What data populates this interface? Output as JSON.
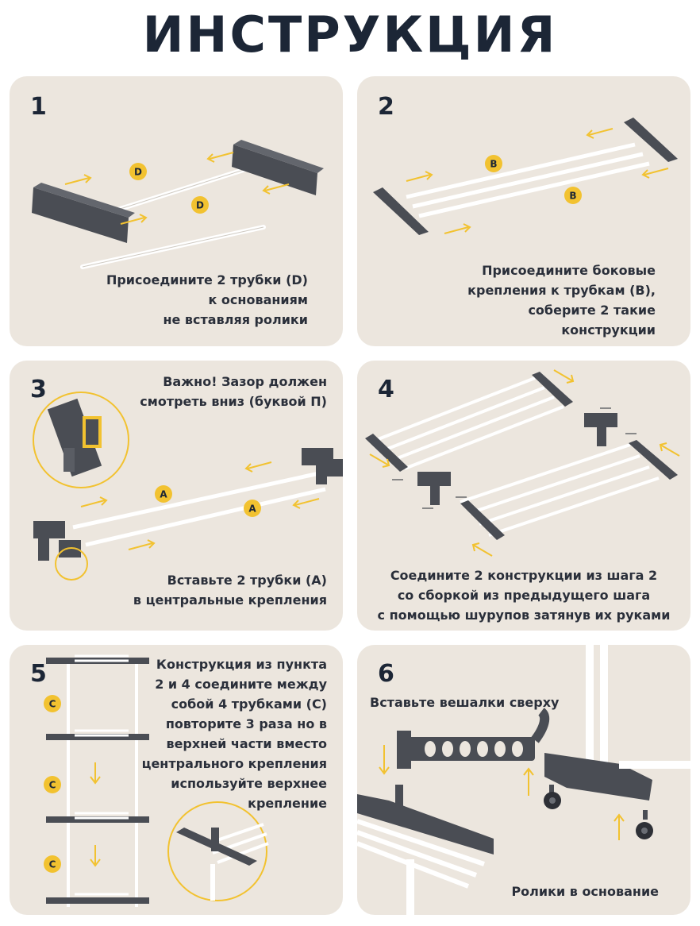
{
  "page": {
    "title": "ИНСТРУКЦИЯ"
  },
  "steps": [
    {
      "number": "1",
      "text": "Присоедините 2 трубки (D)\nк основаниям\nне вставляя ролики",
      "badges": [
        "D",
        "D"
      ]
    },
    {
      "number": "2",
      "text": "Присоедините боковые\nкрепления к трубкам (B),\nсоберите 2 такие\nконструкции",
      "badges": [
        "B",
        "B"
      ]
    },
    {
      "number": "3",
      "note": "Важно! Зазор должен\nсмотреть вниз (буквой П)",
      "text": "Вставьте 2 трубки (A)\nв центральные крепления",
      "badges": [
        "A",
        "A"
      ]
    },
    {
      "number": "4",
      "text": "Соедините 2 конструкции из шага 2\nсо сборкой из предыдущего шага\nс помощью шурупов затянув их руками"
    },
    {
      "number": "5",
      "text": "Конструкция из пункта\n2 и 4  соедините между\nсобой 4 трубками (C)\nповторите 3 раза но в\nверхней части вместо\nцентрального крепления\nиспользуйте верхнее\nкрепление",
      "badges": [
        "C",
        "C",
        "C"
      ]
    },
    {
      "number": "6",
      "text_top": "Вставьте вешалки сверху",
      "text_bottom": "Ролики в основание"
    }
  ],
  "colors": {
    "panel_bg": "#ece6de",
    "title": "#1c2636",
    "accent_yellow": "#f2c230",
    "part_dark": "#4a4d54",
    "tube_white": "#ffffff"
  }
}
